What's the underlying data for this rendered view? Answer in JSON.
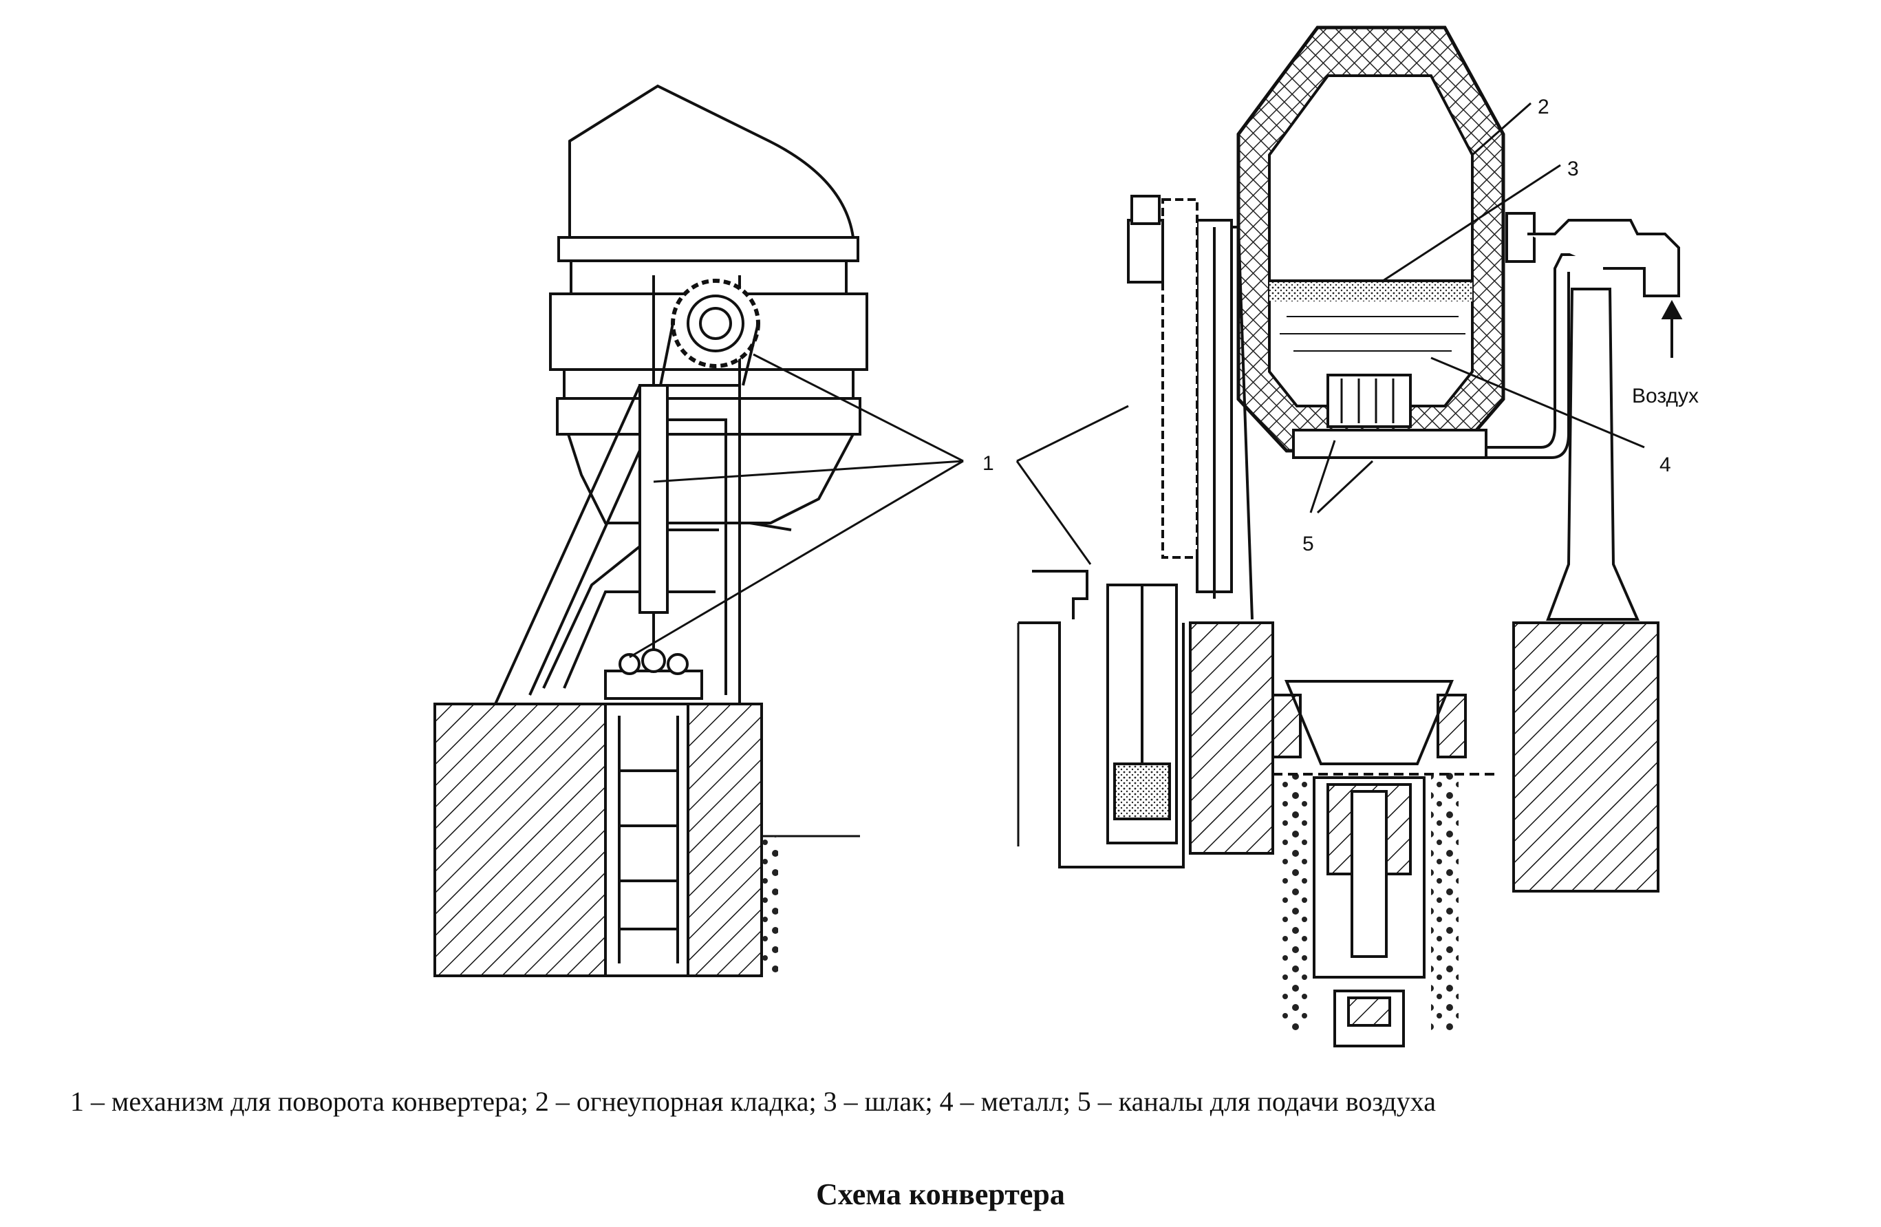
{
  "diagram": {
    "labels": {
      "n1": "1",
      "n2": "2",
      "n3": "3",
      "n4": "4",
      "n5": "5",
      "air": "Воздух"
    }
  },
  "caption": "1 – механизм для поворота конвертера; 2 – огнеупорная кладка; 3 – шлак; 4 – металл; 5 – каналы для подачи воздуха",
  "title": "Схема конвертера"
}
